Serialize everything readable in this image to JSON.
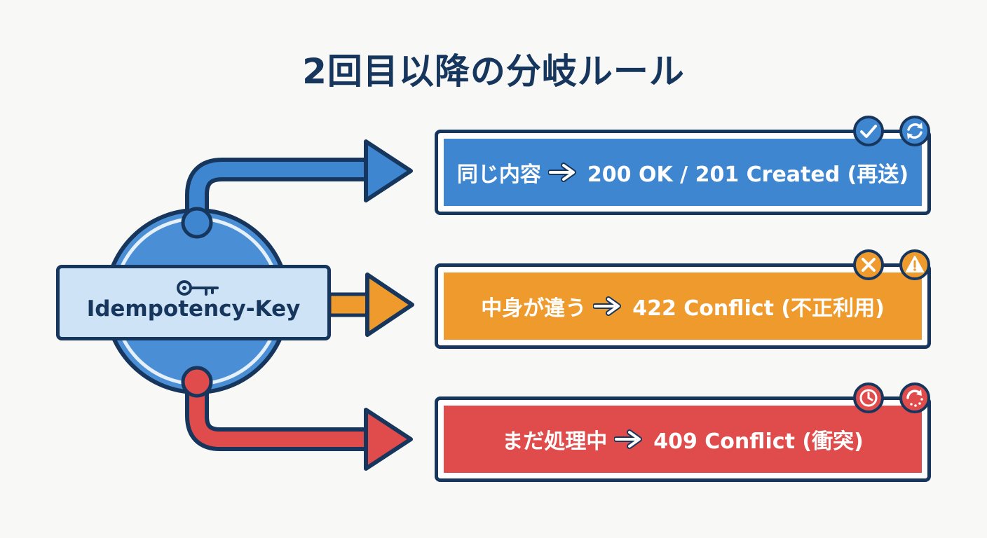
{
  "title": "2回目以降の分岐ルール",
  "key": {
    "label": "Idempotency-Key",
    "icon": "key-icon"
  },
  "rules": [
    {
      "condition": "同じ内容",
      "result": "200 OK / 201 Created (再送)",
      "color": "#3f86d1",
      "icons": [
        "check-icon",
        "refresh-icon"
      ]
    },
    {
      "condition": "中身が違う",
      "result": "422 Conflict (不正利用)",
      "color": "#ee9a2d",
      "icons": [
        "x-icon",
        "warning-icon"
      ]
    },
    {
      "condition": "まだ処理中",
      "result": "409 Conflict (衝突)",
      "color": "#e04b4b",
      "icons": [
        "clock-icon",
        "loading-icon"
      ]
    }
  ],
  "colors": {
    "navy": "#17365d",
    "blue": "#3f86d1",
    "orange": "#ee9a2d",
    "red": "#e04b4b",
    "light_blue": "#cfe3f6"
  }
}
